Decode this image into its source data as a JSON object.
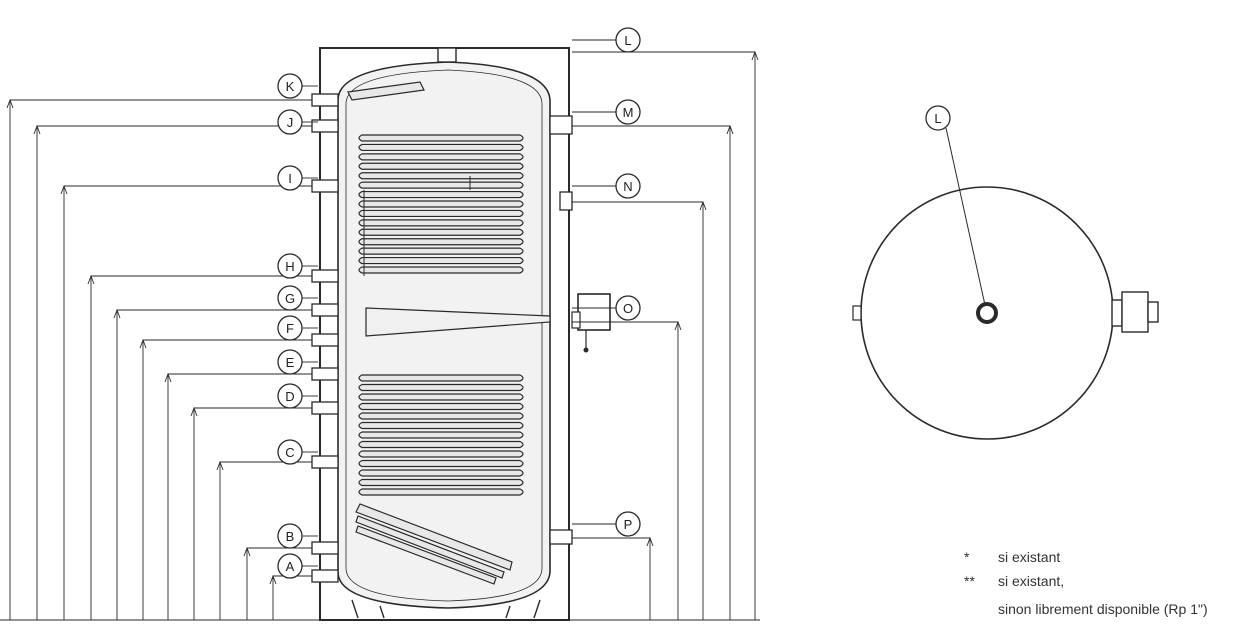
{
  "side_view": {
    "callouts_left": [
      "K",
      "J",
      "I",
      "H",
      "G",
      "F",
      "E",
      "D",
      "C",
      "B",
      "A"
    ],
    "callouts_right": [
      "L",
      "M",
      "N",
      "O",
      "P"
    ]
  },
  "top_view": {
    "callout": "L"
  },
  "notes": [
    {
      "mark": "*",
      "text": "si existant"
    },
    {
      "mark": "**",
      "text": "si existant,"
    },
    {
      "mark": "",
      "text": "sinon librement disponible (Rp 1\")"
    }
  ],
  "colors": {
    "line": "#2a2a2a",
    "tank_fill": "#f2f2f2",
    "shell_fill": "#ffffff",
    "coil_fill": "#e8e8e8"
  }
}
